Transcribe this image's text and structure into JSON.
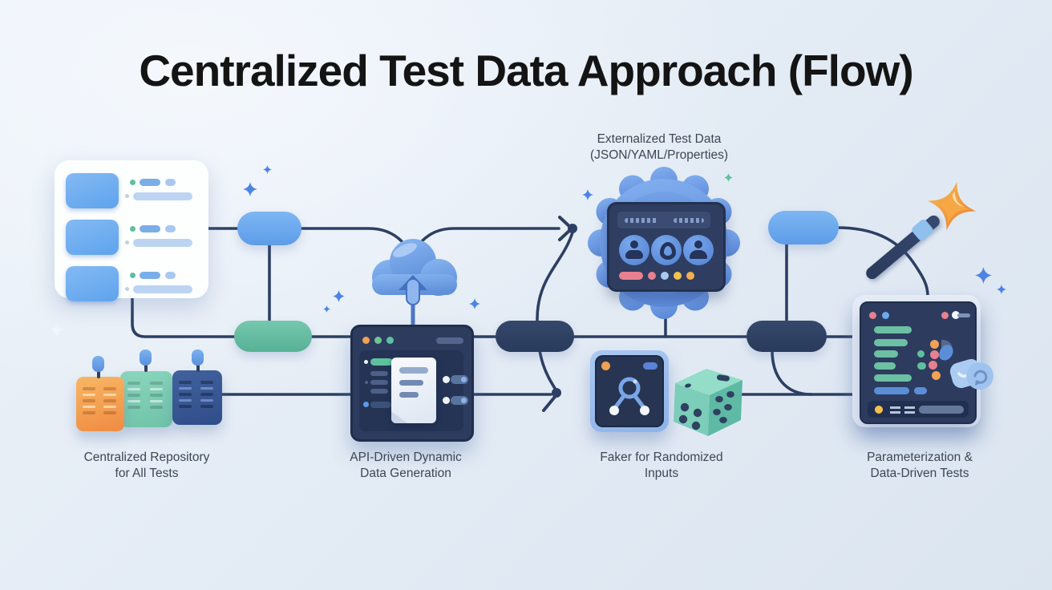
{
  "page": {
    "title": "Centralized Test Data Approach (Flow)"
  },
  "floating_label": {
    "line1": "Externalized Test Data",
    "line2": "(JSON/YAML/Properties)"
  },
  "stages": [
    {
      "id": "repository",
      "icon": "repository-cards-icon",
      "caption_line1": "Centralized Repository",
      "caption_line2": "for All Tests"
    },
    {
      "id": "api",
      "icon": "cloud-upload-browser-icon",
      "caption_line1": "API-Driven Dynamic",
      "caption_line2": "Data Generation"
    },
    {
      "id": "faker",
      "icon": "network-dice-icon",
      "caption_line1": "Faker for Randomized",
      "caption_line2": "Inputs"
    },
    {
      "id": "parameterization",
      "icon": "magic-wand-editor-icon",
      "caption_line1": "Parameterization &",
      "caption_line2": "Data-Driven Tests"
    }
  ],
  "icons": {
    "cloud-upload": "cloud with upload arrow",
    "gear": "cog with user screen",
    "dice": "teal die",
    "magic-wand": "wand with orange star",
    "network": "share nodes",
    "document": "page with text lines",
    "pin": "blue map pin",
    "sparkle": "four-point star",
    "refresh-badge": "circular arrow badge"
  },
  "colors": {
    "background": "#e4ecf5",
    "connector": "#2d3f63",
    "node_blue": "#6aa9ee",
    "node_teal": "#68c0a6",
    "node_dark": "#2e4160",
    "card_orange": "#f2994e",
    "card_teal": "#7fcfb6",
    "card_blue": "#3b5c9e",
    "window_dark": "#2d3c5e",
    "accent_pink": "#e8808f",
    "accent_yellow": "#f2c14e",
    "accent_orange": "#f2a254",
    "code_teal": "#6cc0a4",
    "star_orange": "#ee8633"
  }
}
